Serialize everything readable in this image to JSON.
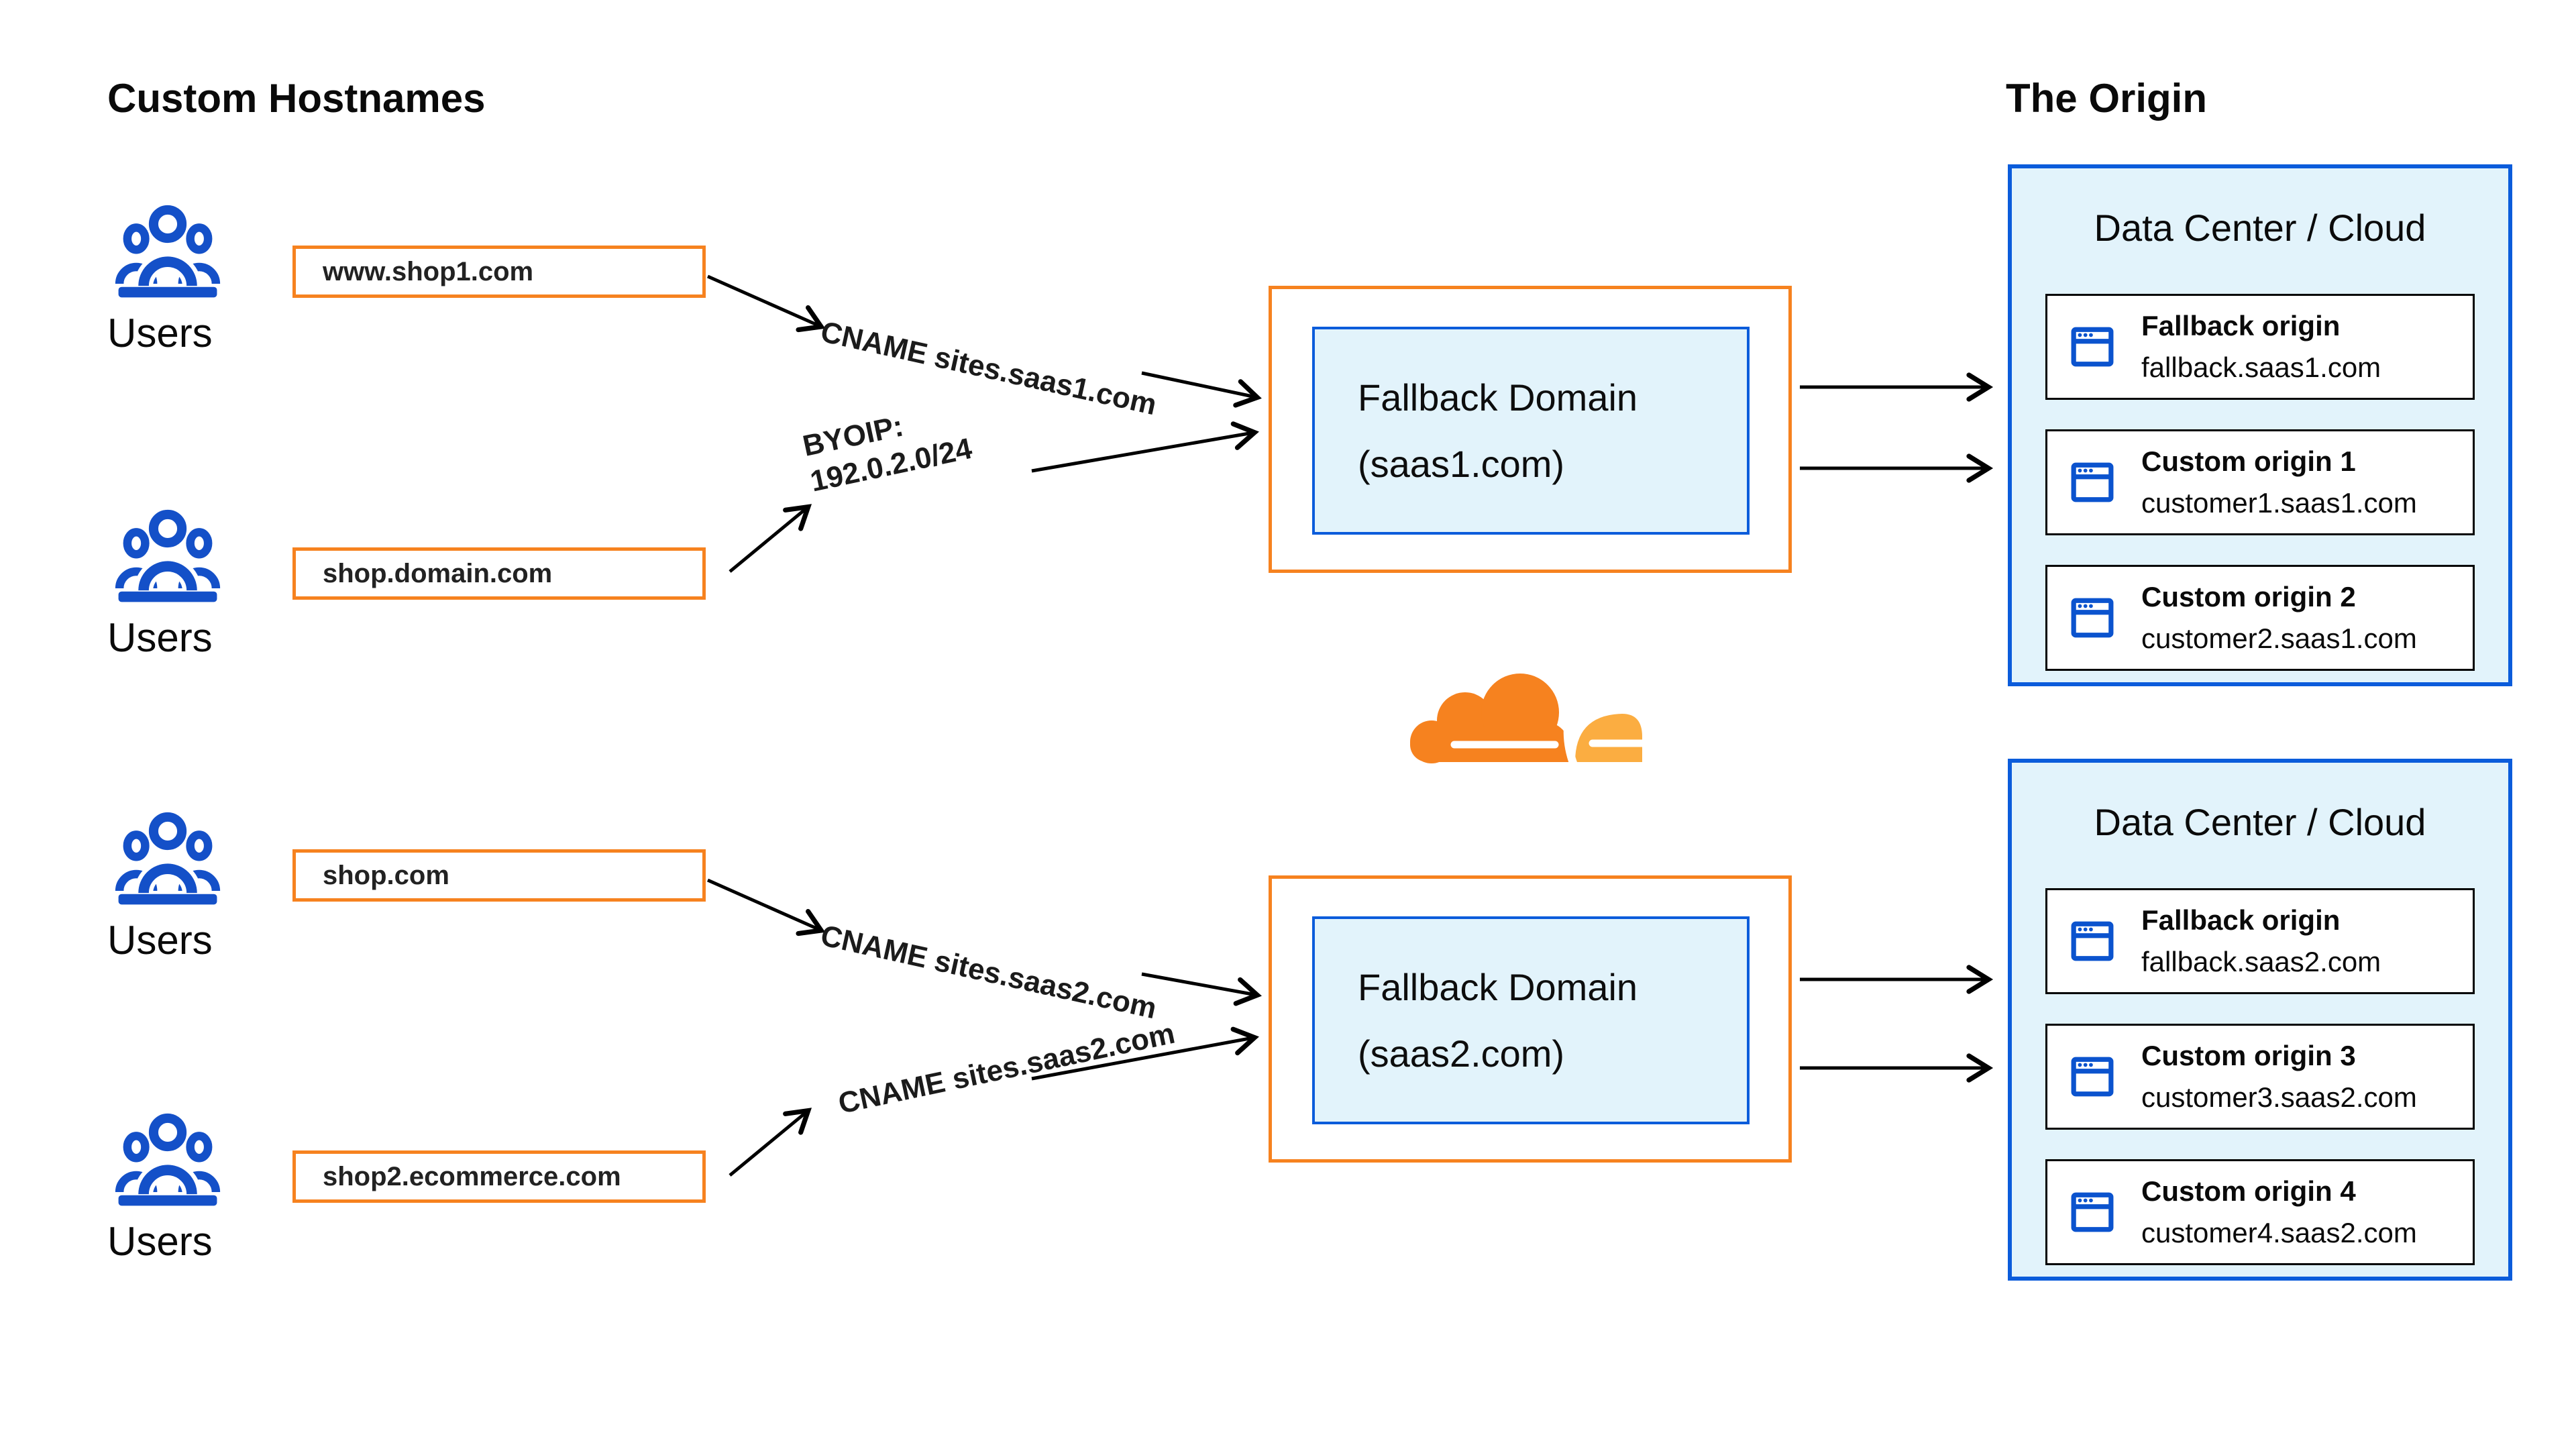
{
  "titles": {
    "left": "Custom Hostnames",
    "right": "The Origin"
  },
  "users": {
    "label": "Users"
  },
  "hostnames": [
    {
      "value": "www.shop1.com"
    },
    {
      "value": "shop.domain.com"
    },
    {
      "value": "shop.com"
    },
    {
      "value": "shop2.ecommerce.com"
    }
  ],
  "routes": {
    "cname_saas1": "CNAME sites.saas1.com",
    "byoip_line1": "BYOIP:",
    "byoip_line2": "192.0.2.0/24",
    "cname_saas2_upper": "CNAME sites.saas2.com",
    "cname_saas2_lower": "CNAME sites.saas2.com"
  },
  "fallback_domains": [
    {
      "name": "Fallback Domain",
      "domain": "(saas1.com)"
    },
    {
      "name": "Fallback Domain",
      "domain": "(saas2.com)"
    }
  ],
  "data_centers": [
    {
      "title": "Data Center / Cloud",
      "origins": [
        {
          "name": "Fallback origin",
          "host": "fallback.saas1.com"
        },
        {
          "name": "Custom origin 1",
          "host": "customer1.saas1.com"
        },
        {
          "name": "Custom origin 2",
          "host": "customer2.saas1.com"
        }
      ]
    },
    {
      "title": "Data Center / Cloud",
      "origins": [
        {
          "name": "Fallback origin",
          "host": "fallback.saas2.com"
        },
        {
          "name": "Custom origin 3",
          "host": "customer3.saas2.com"
        },
        {
          "name": "Custom origin 4",
          "host": "customer4.saas2.com"
        }
      ]
    }
  ],
  "icons": {
    "users_icon": "users-group-icon",
    "origin_icon": "browser-window-icon",
    "logo": "cloudflare-logo"
  },
  "colors": {
    "orange": "#F6821F",
    "orange_light": "#FBAD41",
    "blue_border": "#0B5CDB",
    "blue_icon": "#1450C8",
    "light_blue_fill": "#E2F3FB",
    "arrow": "#000000"
  }
}
